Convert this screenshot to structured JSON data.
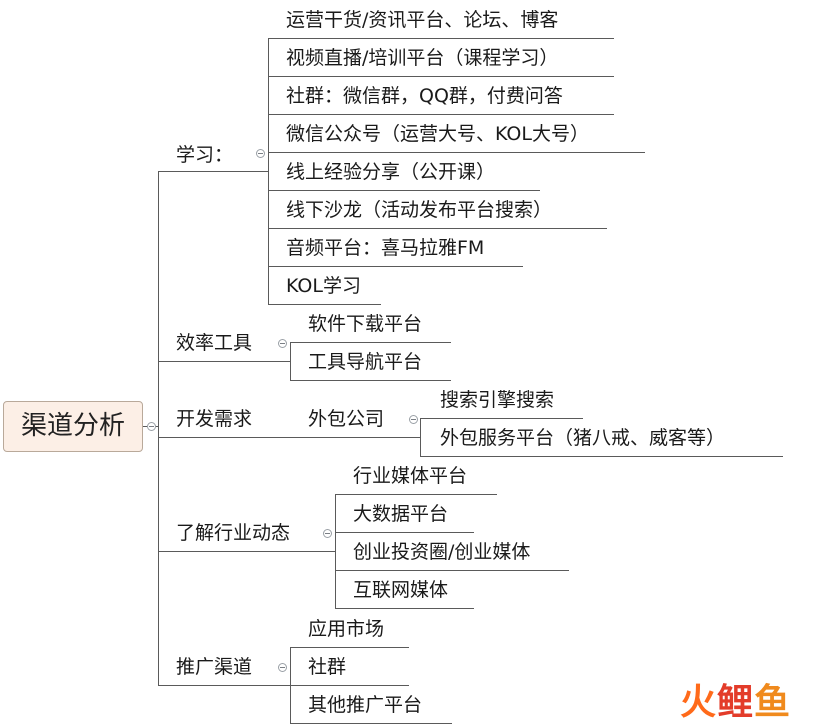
{
  "root": "渠道分析",
  "branches": [
    {
      "label": "学习：",
      "children": [
        "运营干货/资讯平台、论坛、博客",
        "视频直播/培训平台（课程学习）",
        "社群：微信群，QQ群，付费问答",
        "微信公众号（运营大号、KOL大号）",
        "线上经验分享（公开课）",
        "线下沙龙（活动发布平台搜索）",
        "音频平台：喜马拉雅FM",
        "KOL学习"
      ]
    },
    {
      "label": "效率工具",
      "children": [
        "软件下载平台",
        "工具导航平台"
      ]
    },
    {
      "label": "开发需求",
      "sub": {
        "label": "外包公司",
        "children": [
          "搜索引擎搜索",
          "外包服务平台（猪八戒、威客等）"
        ]
      }
    },
    {
      "label": "了解行业动态",
      "children": [
        "行业媒体平台",
        "大数据平台",
        "创业投资圈/创业媒体",
        "互联网媒体"
      ]
    },
    {
      "label": "推广渠道",
      "children": [
        "应用市场",
        "社群",
        "其他推广平台"
      ]
    }
  ],
  "watermark": "火鲤鱼",
  "colors": {
    "line": "#5a5a5a",
    "root_fill": "#fcefe6",
    "root_border": "#b9a99a",
    "logo_orange": "#ff6a1a",
    "logo_red": "#e33c2a"
  }
}
